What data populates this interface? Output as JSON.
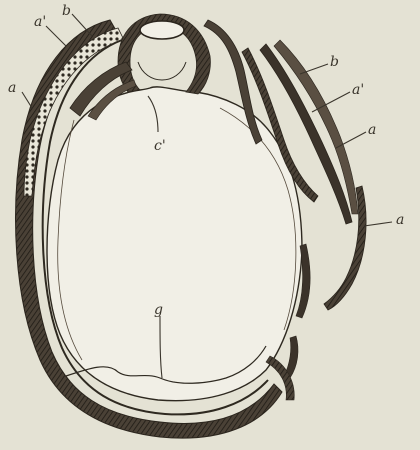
{
  "figure": {
    "colors": {
      "paper": "#e4e2d4",
      "ink": "#2e2920",
      "shell_dark": "#3b332a",
      "cavity": "#f1efe6"
    },
    "labels": {
      "a_left": "a",
      "a_prime_top": "a'",
      "b_top": "b",
      "b_right": "b",
      "a_prime_right": "a'",
      "a_right_upper": "a",
      "a_right_lower": "a",
      "c_prime": "c'",
      "g": "g"
    }
  }
}
